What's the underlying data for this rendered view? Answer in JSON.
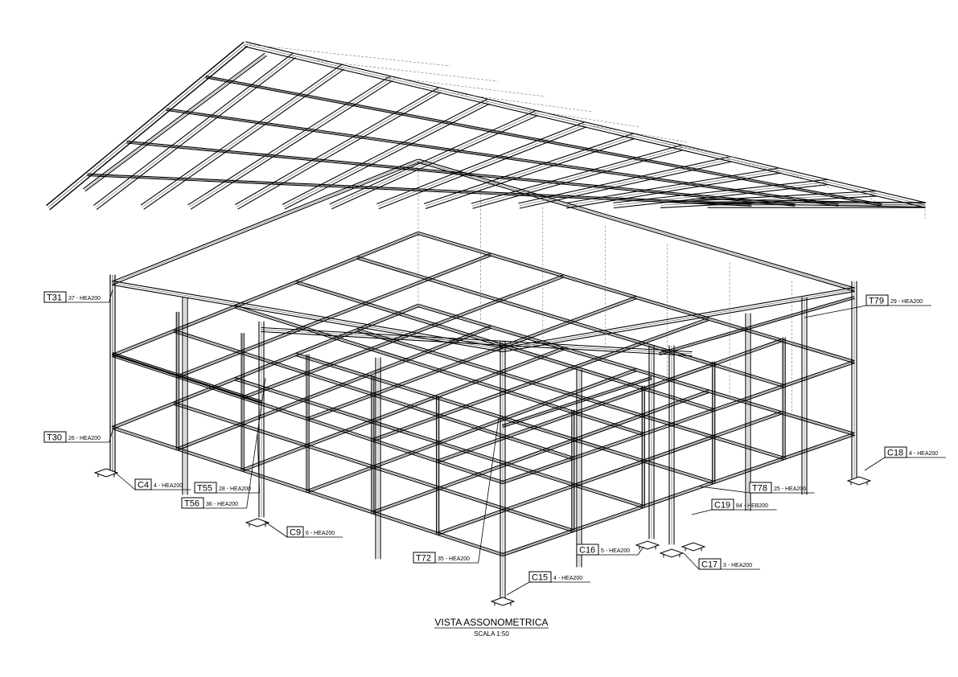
{
  "title": "VISTA ASSONOMETRICA",
  "scale": "SCALA  1:50",
  "labels": [
    {
      "code": "T31",
      "desc": "37 - HEA200"
    },
    {
      "code": "T79",
      "desc": "29 - HEA200"
    },
    {
      "code": "T30",
      "desc": "26 - HEA200"
    },
    {
      "code": "C18",
      "desc": "4 - HEA200"
    },
    {
      "code": "C4",
      "desc": "4 - HEA200"
    },
    {
      "code": "T55",
      "desc": "28 - HEA200"
    },
    {
      "code": "T56",
      "desc": "36 - HEA200"
    },
    {
      "code": "T78",
      "desc": "25 - HEA200"
    },
    {
      "code": "C19",
      "desc": "84 - HEB200"
    },
    {
      "code": "C9",
      "desc": "6 - HEA200"
    },
    {
      "code": "C16",
      "desc": "5 - HEA200"
    },
    {
      "code": "T72",
      "desc": "35 - HEA200"
    },
    {
      "code": "C17",
      "desc": "3 - HEA200"
    },
    {
      "code": "C15",
      "desc": "4 - HEA200"
    }
  ]
}
